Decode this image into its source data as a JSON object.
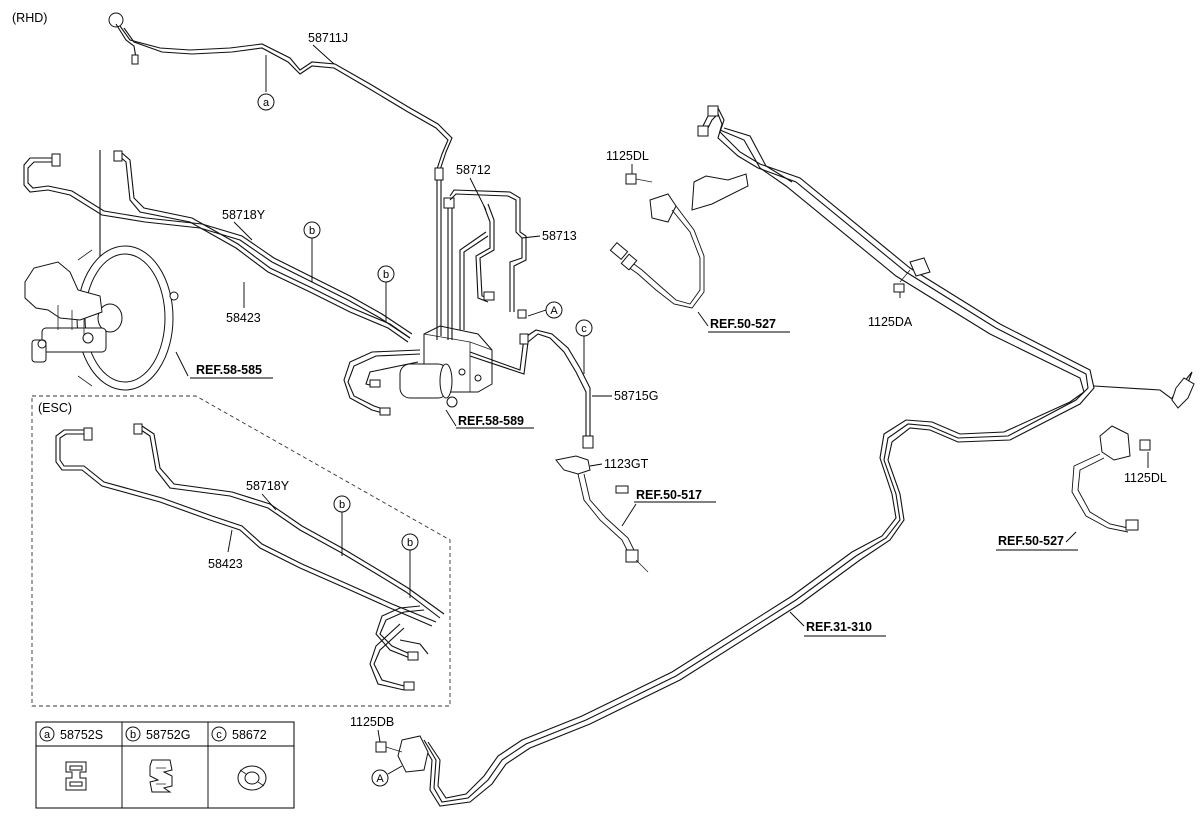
{
  "variant_label": "(RHD)",
  "esc_label": "(ESC)",
  "part_labels": {
    "p58711J": "58711J",
    "p58718Y": "58718Y",
    "p58423": "58423",
    "p58712": "58712",
    "p58713": "58713",
    "p58715G": "58715G",
    "p1123GT": "1123GT",
    "p1125DL_top": "1125DL",
    "p1125DA": "1125DA",
    "p1125DL_right": "1125DL",
    "p1125DB": "1125DB",
    "esc_58718Y": "58718Y",
    "esc_58423": "58423"
  },
  "references": {
    "ref_58_585": "REF.58-585",
    "ref_58_589": "REF.58-589",
    "ref_50_527_top": "REF.50-527",
    "ref_50_517": "REF.50-517",
    "ref_50_527_right": "REF.50-527",
    "ref_31_310": "REF.31-310"
  },
  "callouts": {
    "a": "a",
    "b": "b",
    "c": "c",
    "A": "A"
  },
  "legend": [
    {
      "key": "a",
      "part": "58752S"
    },
    {
      "key": "b",
      "part": "58752G"
    },
    {
      "key": "c",
      "part": "58672"
    }
  ]
}
